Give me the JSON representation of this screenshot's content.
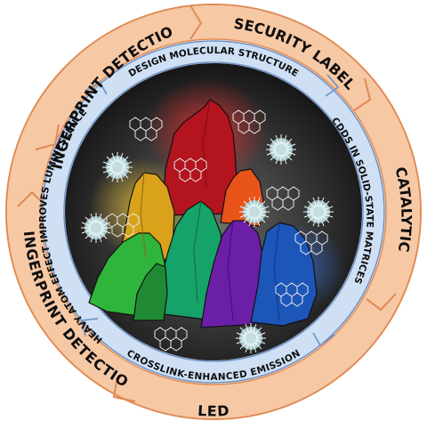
{
  "outer_ring": {
    "labels": {
      "security_label": "SECURITY LABEL",
      "fingerprint_top": "FINGERPRINT DETECTION",
      "catalytic": "CATALYTIC",
      "fingerprint_bottom": "FINGERPRINT DETECTION",
      "led": "LED"
    }
  },
  "inner_ring": {
    "labels": {
      "design": "DESIGN MOLECULAR STRUCTURE",
      "solid_state": "CDDS IN SOLID-STATE MATRICES",
      "crosslink": "CROSSLINK-ENHANCED EMISSION",
      "heavy_atom": "HEAVY ATOM EFFECT IMPROVES LUMINESCENCE"
    }
  },
  "colors": {
    "outer_ring_fill": "#f6c8a4",
    "outer_ring_stroke": "#e08a52",
    "inner_ring_fill": "#cfe0f5",
    "inner_ring_stroke": "#6b90c6",
    "center_bg": "#2a2a2a",
    "peak_red": "#b3141e",
    "peak_orange": "#e8541a",
    "peak_yellow": "#d9a21a",
    "peak_green_light": "#2fb53c",
    "peak_green_dark": "#1f8a33",
    "peak_teal": "#16a36a",
    "peak_purple": "#6a1fa6",
    "peak_blue": "#1c56b8"
  },
  "icons": [
    "graphene-sheet-icon",
    "carbon-dot-icon"
  ]
}
